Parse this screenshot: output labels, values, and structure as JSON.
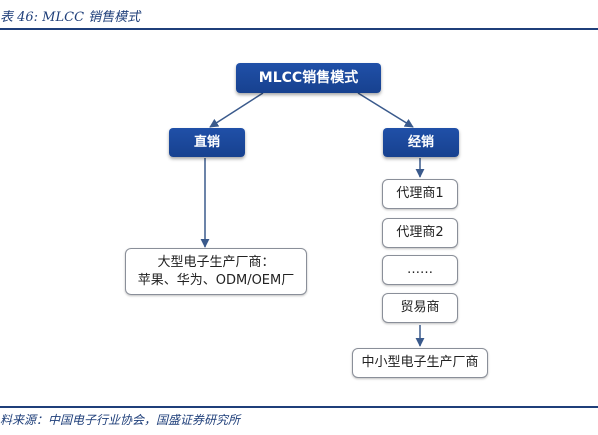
{
  "header": {
    "caption": "表 46:  MLCC 销售模式"
  },
  "diagram": {
    "root": "MLCC销售模式",
    "direct": "直销",
    "distribution": "经销",
    "direct_customer": {
      "line1": "大型电子生产厂商：",
      "line2": "苹果、华为、ODM/OEM厂"
    },
    "agent1": "代理商1",
    "agent2": "代理商2",
    "ellipsis": "……",
    "trader": "贸易商",
    "small_customer": "中小型电子生产厂商"
  },
  "footer": {
    "source": "料来源：中国电子行业协会，国盛证券研究所"
  },
  "colors": {
    "dark_box": "#1c4a9e",
    "connector": "#3a5a8c",
    "rule": "#1f3f7a"
  }
}
